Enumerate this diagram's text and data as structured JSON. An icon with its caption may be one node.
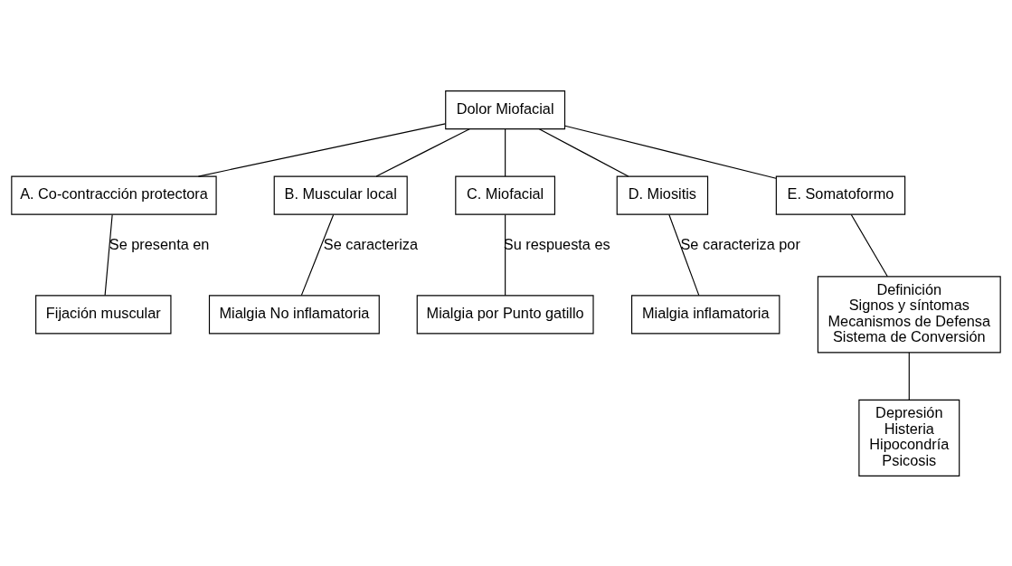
{
  "diagram": {
    "nodes": [
      {
        "text": [
          "Dolor Miofacial"
        ]
      },
      {
        "text": [
          "A. Co-contracción protectora"
        ]
      },
      {
        "text": [
          "B. Muscular local"
        ]
      },
      {
        "text": [
          "C. Miofacial"
        ]
      },
      {
        "text": [
          "D. Miositis"
        ]
      },
      {
        "text": [
          "E. Somatoformo"
        ]
      },
      {
        "text": [
          "Fijación muscular"
        ]
      },
      {
        "text": [
          "Mialgia No inflamatoria"
        ]
      },
      {
        "text": [
          "Mialgia por Punto gatillo"
        ]
      },
      {
        "text": [
          "Mialgia inflamatoria"
        ]
      },
      {
        "text": [
          "Definición",
          "Signos y síntomas",
          "Mecanismos de Defensa",
          "Sistema de Conversión"
        ]
      },
      {
        "text": [
          "Depresión",
          "Histeria",
          "Hipocondría",
          "Psicosis"
        ]
      }
    ],
    "edges": [
      {
        "from": 0,
        "to": 1,
        "arrow": "none"
      },
      {
        "from": 0,
        "to": 2,
        "arrow": "none"
      },
      {
        "from": 0,
        "to": 3,
        "arrow": "none"
      },
      {
        "from": 0,
        "to": 4,
        "arrow": "none"
      },
      {
        "from": 0,
        "to": 5,
        "arrow": "none"
      },
      {
        "from": 1,
        "to": 6,
        "arrow": "none",
        "label": "Se presenta en"
      },
      {
        "from": 2,
        "to": 7,
        "arrow": "none",
        "label": "Se caracteriza"
      },
      {
        "from": 3,
        "to": 8,
        "arrow": "none",
        "label": "Su respuesta es"
      },
      {
        "from": 4,
        "to": 9,
        "arrow": "none",
        "label": "Se caracteriza por"
      },
      {
        "from": 5,
        "to": 10,
        "arrow": "none"
      },
      {
        "from": 10,
        "to": 11,
        "arrow": "none"
      }
    ]
  }
}
